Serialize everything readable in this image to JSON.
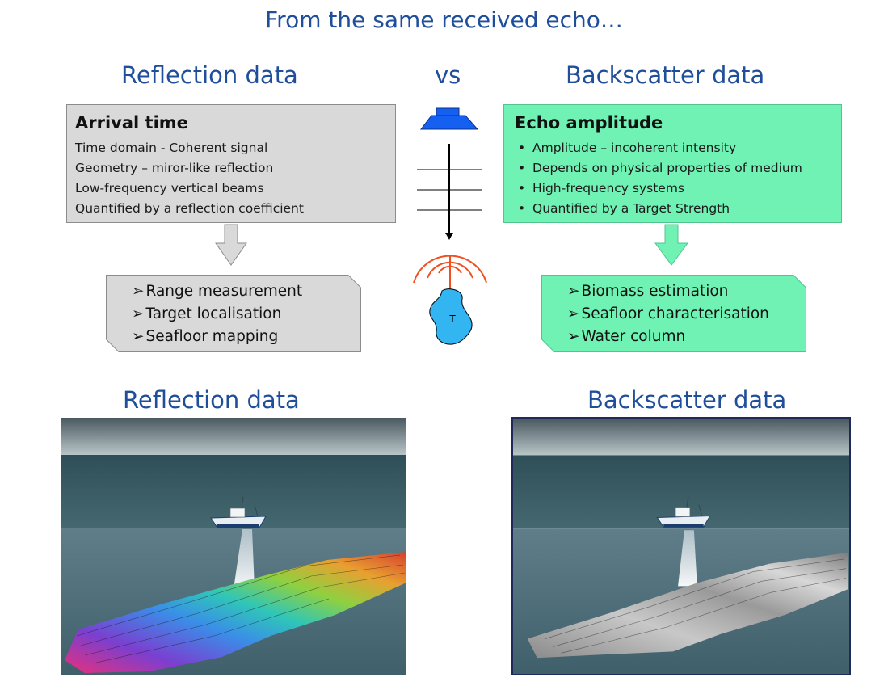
{
  "title": "From the same received echo…",
  "headings": {
    "reflection": "Reflection data",
    "vs": "vs",
    "backscatter": "Backscatter data",
    "reflection_bottom": "Reflection data",
    "backscatter_bottom": "Backscatter data"
  },
  "reflection_box": {
    "title": "Arrival time",
    "lines": [
      "Time domain  - Coherent signal",
      "Geometry – miror-like reflection",
      "Low-frequency vertical beams",
      "Quantified by a reflection coefficient"
    ]
  },
  "backscatter_box": {
    "title": "Echo amplitude",
    "bullets": [
      "Amplitude – incoherent intensity",
      "Depends on physical properties of medium",
      "High-frequency systems",
      "Quantified by a Target Strength"
    ]
  },
  "reflection_results": [
    "Range measurement",
    "Target localisation",
    "Seafloor mapping"
  ],
  "backscatter_results": [
    "Biomass estimation",
    "Seafloor characterisation",
    "Water column"
  ],
  "target_label": "T",
  "colors": {
    "heading": "#1f4e9a",
    "reflection_fill": "#d9d9d9",
    "backscatter_fill": "#6ff2b4",
    "transducer": "#1560f0",
    "signal_arcs": "#f05020",
    "target_fill": "#33b5f2"
  }
}
